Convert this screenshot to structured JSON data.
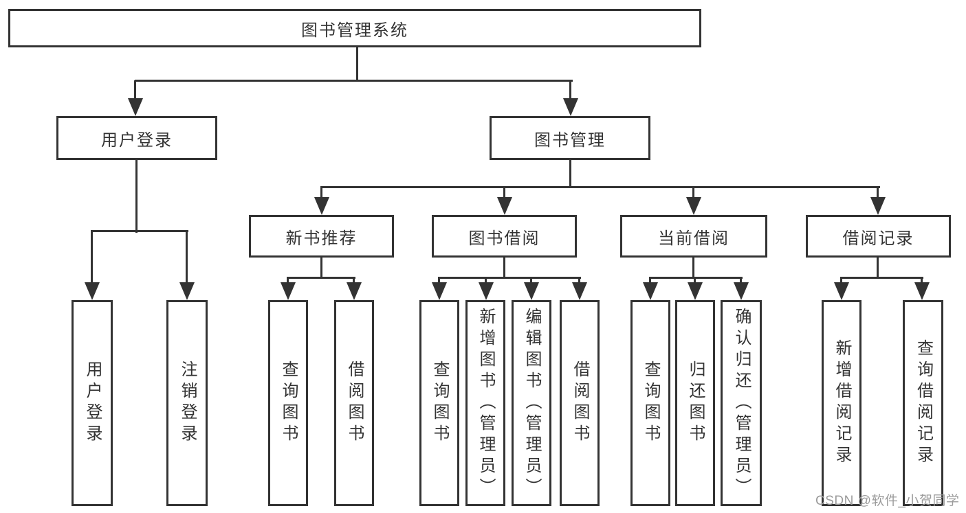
{
  "colors": {
    "line": "#333333",
    "text": "#333333",
    "watermark": "#9b9b9b",
    "background": "#ffffff"
  },
  "nodes": {
    "root": {
      "label": "图书管理系统"
    },
    "level1": [
      {
        "label": "用户登录"
      },
      {
        "label": "图书管理"
      }
    ],
    "level2": [
      {
        "label": "新书推荐"
      },
      {
        "label": "图书借阅"
      },
      {
        "label": "当前借阅"
      },
      {
        "label": "借阅记录"
      }
    ],
    "leaves": {
      "userLogin": [
        "用户登录",
        "注销登录"
      ],
      "newBookRecommend": [
        "查询图书",
        "借阅图书"
      ],
      "bookBorrow": [
        "查询图书",
        "新增图书（管理员）",
        "编辑图书（管理员）",
        "借阅图书"
      ],
      "currentBorrow": [
        "查询图书",
        "归还图书",
        "确认归还（管理员）"
      ],
      "borrowRecords": [
        "新增借阅记录",
        "查询借阅记录"
      ]
    }
  },
  "watermark": {
    "text": "CSDN @软件_小贺同学"
  }
}
